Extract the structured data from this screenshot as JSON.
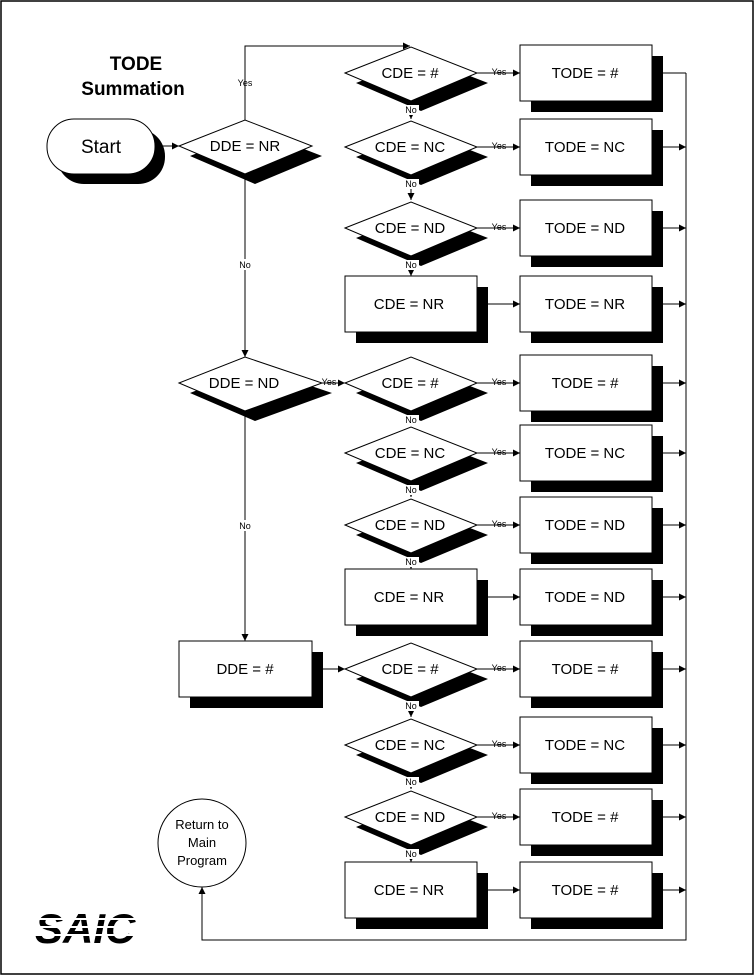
{
  "title": {
    "line1": "TODE",
    "line2": "Summation"
  },
  "start_label": "Start",
  "return_label": {
    "line1": "Return to",
    "line2": "Main",
    "line3": "Program"
  },
  "logo_text": "SAIC",
  "labels": {
    "yes": "Yes",
    "no": "No"
  },
  "dde_nodes": [
    "DDE = NR",
    "DDE = ND",
    "DDE = #"
  ],
  "cde_nodes": [
    "CDE = #",
    "CDE = NC",
    "CDE = ND",
    "CDE = NR",
    "CDE = #",
    "CDE = NC",
    "CDE = ND",
    "CDE = NR",
    "CDE = #",
    "CDE = NC",
    "CDE = ND",
    "CDE = NR"
  ],
  "tode_nodes": [
    "TODE = #",
    "TODE = NC",
    "TODE = ND",
    "TODE = NR",
    "TODE = #",
    "TODE = NC",
    "TODE = ND",
    "TODE = ND",
    "TODE = #",
    "TODE = NC",
    "TODE = #",
    "TODE = #"
  ],
  "colors": {
    "line": "#000000",
    "shadow": "#000000",
    "fill": "#ffffff"
  }
}
